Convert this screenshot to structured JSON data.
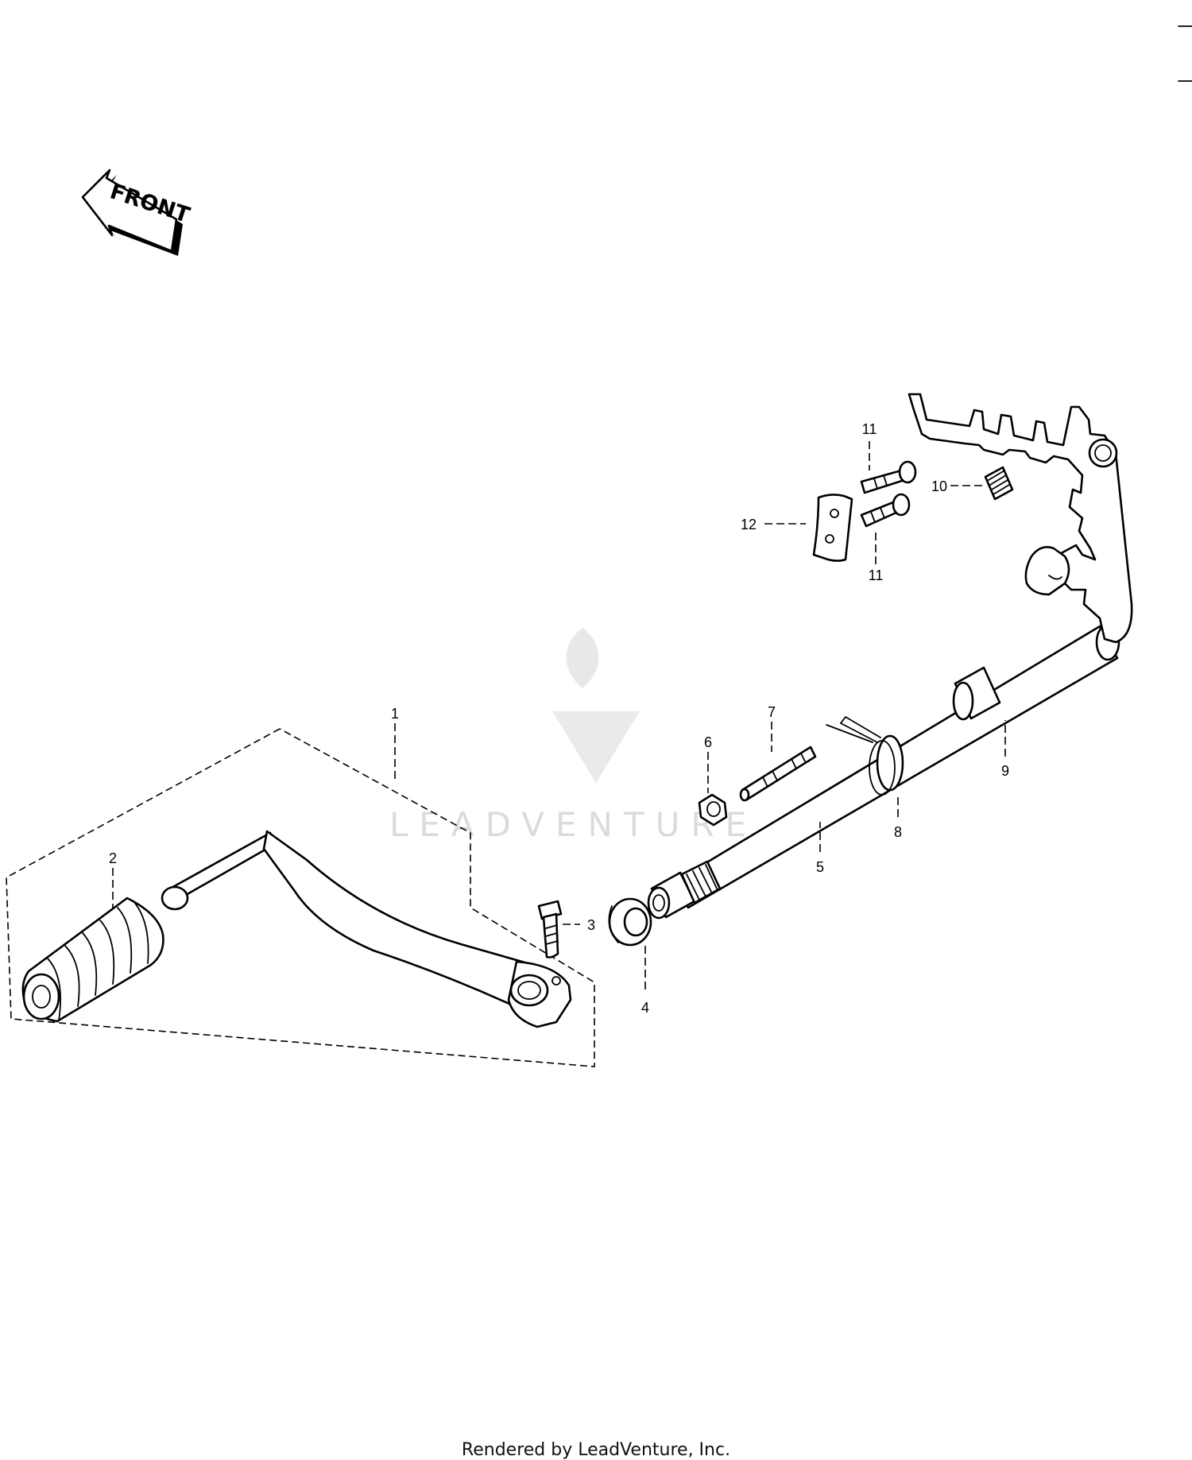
{
  "front_label": "FRONT",
  "callouts": {
    "c1": "1",
    "c2": "2",
    "c3": "3",
    "c4": "4",
    "c5": "5",
    "c6": "6",
    "c7": "7",
    "c8": "8",
    "c9": "9",
    "c10": "10",
    "c11a": "11",
    "c11b": "11",
    "c12": "12"
  },
  "watermark": "LEADVENTURE",
  "footer": "Rendered by LeadVenture, Inc."
}
